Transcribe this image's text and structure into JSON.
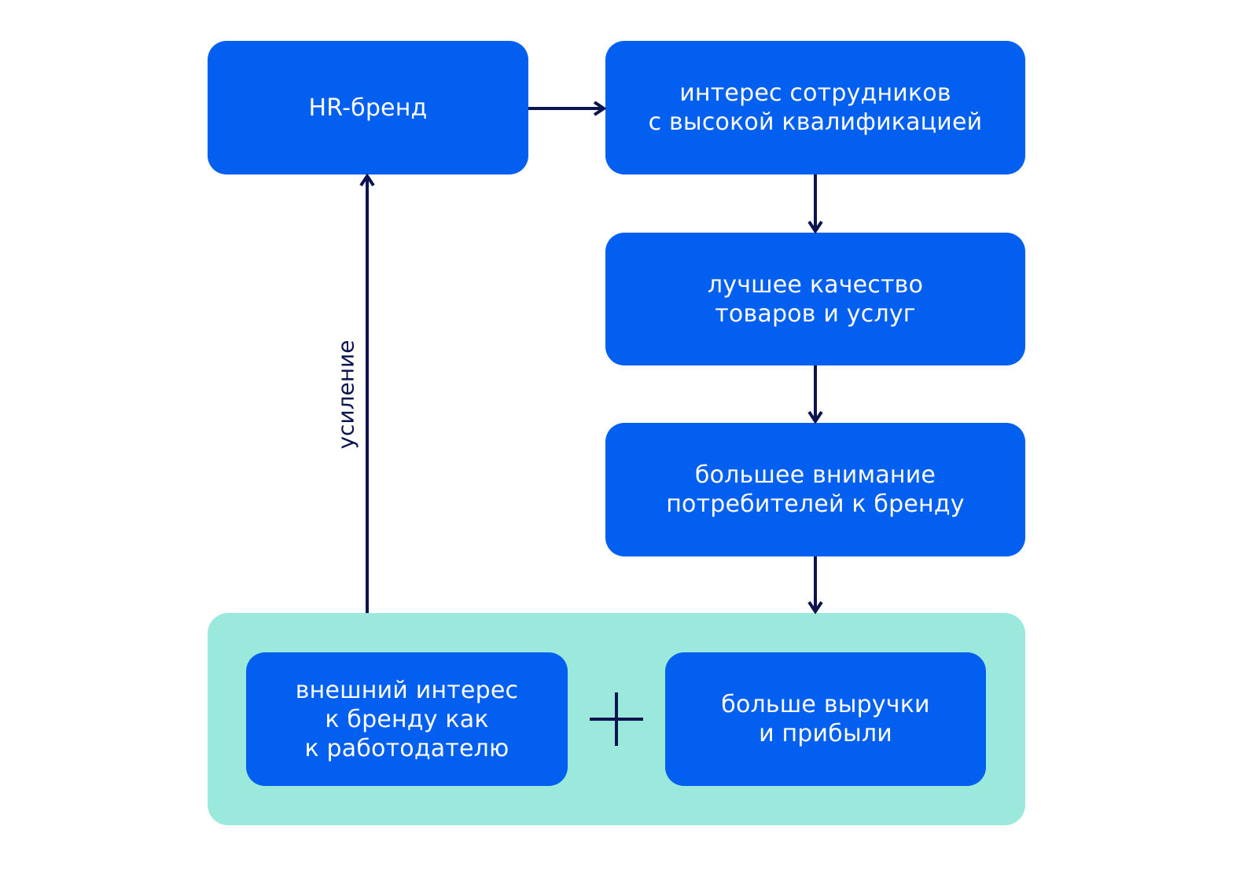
{
  "colors": {
    "box_fill": "#025FF0",
    "container_fill": "#9AE9DC",
    "arrow": "#0C1450",
    "text_on_box": "#FFFFFF",
    "background": "#FFFFFF"
  },
  "nodes": {
    "hr_brand": "HR-бренд",
    "qualified_employees_interest": "интерес сотрудников\nс высокой квалификацией",
    "better_quality": "лучшее качество\nтоваров и услуг",
    "consumer_attention": "большее внимание\nпотребителей к бренду",
    "employer_interest": "внешний интерес\nк бренду как\nк работодателю",
    "revenue_profit": "больше выручки\nи прибыли"
  },
  "edges": [
    {
      "from": "hr_brand",
      "to": "qualified_employees_interest"
    },
    {
      "from": "qualified_employees_interest",
      "to": "better_quality"
    },
    {
      "from": "better_quality",
      "to": "consumer_attention"
    },
    {
      "from": "consumer_attention",
      "to": "result_group"
    },
    {
      "from": "result_group",
      "to": "hr_brand",
      "label": "усиление"
    }
  ],
  "feedback_label": "усиление",
  "plus_symbol": "plus-icon"
}
